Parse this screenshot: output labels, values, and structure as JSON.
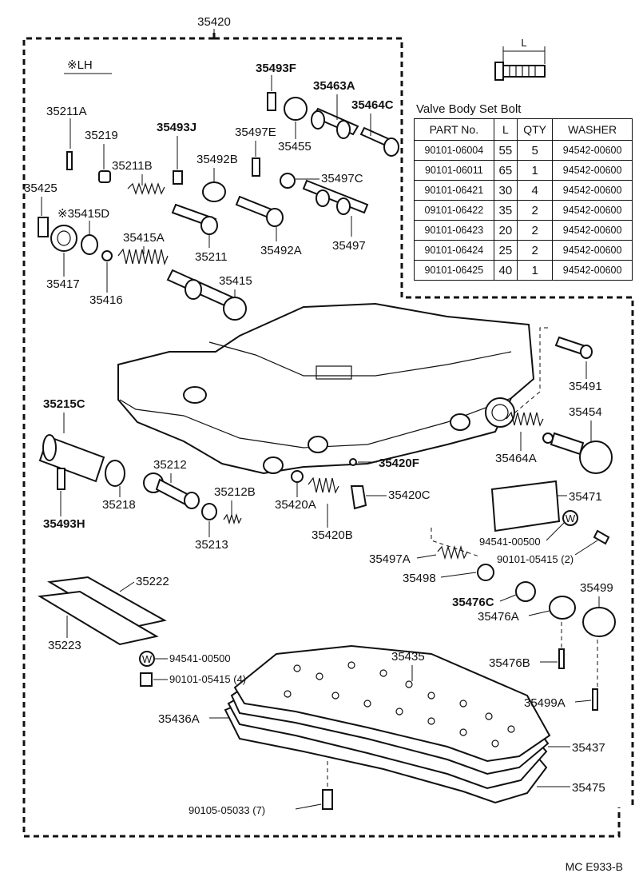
{
  "assembly_number": "35420",
  "lh_note": "※LH",
  "diagram_code": "MC  E933-B",
  "bolt_icon_label": "L",
  "bolt_table": {
    "title": "Valve Body Set Bolt",
    "headers": [
      "PART  No.",
      "L",
      "QTY",
      "WASHER"
    ],
    "rows": [
      [
        "90101-06004",
        "55",
        "5",
        "94542-00600"
      ],
      [
        "90101-06011",
        "65",
        "1",
        "94542-00600"
      ],
      [
        "90101-06421",
        "30",
        "4",
        "94542-00600"
      ],
      [
        "09101-06422",
        "35",
        "2",
        "94542-00600"
      ],
      [
        "90101-06423",
        "20",
        "2",
        "94542-00600"
      ],
      [
        "90101-06424",
        "25",
        "2",
        "94542-00600"
      ],
      [
        "90101-06425",
        "40",
        "1",
        "94542-00600"
      ]
    ]
  },
  "callouts": {
    "p35493F": "35493F",
    "p35463A": "35463A",
    "p35464C": "35464C",
    "p35211A": "35211A",
    "p35219": "35219",
    "p35493J": "35493J",
    "p35497E": "35497E",
    "p35455": "35455",
    "p35211B": "35211B",
    "p35492B": "35492B",
    "p35497C": "35497C",
    "p35425": "35425",
    "p35415D": "※35415D",
    "p35415A": "35415A",
    "p35211": "35211",
    "p35492A": "35492A",
    "p35497": "35497",
    "p35417": "35417",
    "p35416": "35416",
    "p35415": "35415",
    "p35491": "35491",
    "p35215C": "35215C",
    "p35454": "35454",
    "p35464A": "35464A",
    "p35212": "35212",
    "p35420F": "35420F",
    "p35218": "35218",
    "p35212B": "35212B",
    "p35420C": "35420C",
    "p35471": "35471",
    "p35493H": "35493H",
    "p35420A": "35420A",
    "p35213": "35213",
    "p35420B": "35420B",
    "p94541_00500_right": "94541-00500",
    "p90101_05415_right": "90101-05415 (2)",
    "p35497A": "35497A",
    "p35222": "35222",
    "p35498": "35498",
    "p35499": "35499",
    "p35476C": "35476C",
    "p35476A": "35476A",
    "p35223": "35223",
    "p94541_00500_left": "94541-00500",
    "p35435": "35435",
    "p35476B": "35476B",
    "p90101_05415_left": "90101-05415 (4)",
    "p35499A": "35499A",
    "p35436A": "35436A",
    "p35437": "35437",
    "p35475": "35475",
    "p90105_05033": "90105-05033 (7)",
    "washer_w": "W"
  }
}
